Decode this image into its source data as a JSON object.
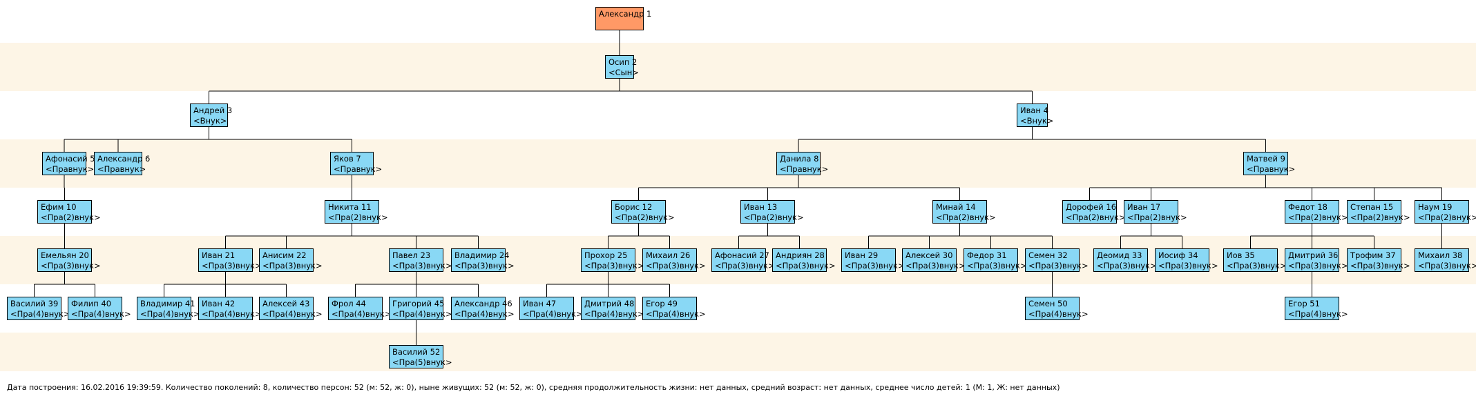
{
  "nodes": {
    "1": {
      "name": "Александр 1",
      "rel": ""
    },
    "2": {
      "name": "Осип 2",
      "rel": "<Сын>"
    },
    "3": {
      "name": "Андрей 3",
      "rel": "<Внук>"
    },
    "4": {
      "name": "Иван 4",
      "rel": "<Внук>"
    },
    "5": {
      "name": "Афонасий 5",
      "rel": "<Правнук>"
    },
    "6": {
      "name": "Александр 6",
      "rel": "<Правнук>"
    },
    "7": {
      "name": "Яков 7",
      "rel": "<Правнук>"
    },
    "8": {
      "name": "Данила 8",
      "rel": "<Правнук>"
    },
    "9": {
      "name": "Матвей 9",
      "rel": "<Правнук>"
    },
    "10": {
      "name": "Ефим 10",
      "rel": "<Пра(2)внук>"
    },
    "11": {
      "name": "Никита 11",
      "rel": "<Пра(2)внук>"
    },
    "12": {
      "name": "Борис 12",
      "rel": "<Пра(2)внук>"
    },
    "13": {
      "name": "Иван 13",
      "rel": "<Пра(2)внук>"
    },
    "14": {
      "name": "Минай 14",
      "rel": "<Пра(2)внук>"
    },
    "15": {
      "name": "Степан 15",
      "rel": "<Пра(2)внук>"
    },
    "16": {
      "name": "Дорофей 16",
      "rel": "<Пра(2)внук>"
    },
    "17": {
      "name": "Иван 17",
      "rel": "<Пра(2)внук>"
    },
    "18": {
      "name": "Федот 18",
      "rel": "<Пра(2)внук>"
    },
    "19": {
      "name": "Наум 19",
      "rel": "<Пра(2)внук>"
    },
    "20": {
      "name": "Емельян 20",
      "rel": "<Пра(3)внук>"
    },
    "21": {
      "name": "Иван 21",
      "rel": "<Пра(3)внук>"
    },
    "22": {
      "name": "Анисим 22",
      "rel": "<Пра(3)внук>"
    },
    "23": {
      "name": "Павел 23",
      "rel": "<Пра(3)внук>"
    },
    "24": {
      "name": "Владимир 24",
      "rel": "<Пра(3)внук>"
    },
    "25": {
      "name": "Прохор 25",
      "rel": "<Пра(3)внук>"
    },
    "26": {
      "name": "Михаил 26",
      "rel": "<Пра(3)внук>"
    },
    "27": {
      "name": "Афонасий 27",
      "rel": "<Пра(3)внук>"
    },
    "28": {
      "name": "Андриян 28",
      "rel": "<Пра(3)внук>"
    },
    "29": {
      "name": "Иван 29",
      "rel": "<Пра(3)внук>"
    },
    "30": {
      "name": "Алексей 30",
      "rel": "<Пра(3)внук>"
    },
    "31": {
      "name": "Федор 31",
      "rel": "<Пра(3)внук>"
    },
    "32": {
      "name": "Семен 32",
      "rel": "<Пра(3)внук>"
    },
    "33": {
      "name": "Деомид 33",
      "rel": "<Пра(3)внук>"
    },
    "34": {
      "name": "Иосиф 34",
      "rel": "<Пра(3)внук>"
    },
    "35": {
      "name": "Иов 35",
      "rel": "<Пра(3)внук>"
    },
    "36": {
      "name": "Дмитрий 36",
      "rel": "<Пра(3)внук>"
    },
    "37": {
      "name": "Трофим 37",
      "rel": "<Пра(3)внук>"
    },
    "38": {
      "name": "Михаил 38",
      "rel": "<Пра(3)внук>"
    },
    "39": {
      "name": "Василий 39",
      "rel": "<Пра(4)внук>"
    },
    "40": {
      "name": "Филип 40",
      "rel": "<Пра(4)внук>"
    },
    "41": {
      "name": "Владимир 41",
      "rel": "<Пра(4)внук>"
    },
    "42": {
      "name": "Иван 42",
      "rel": "<Пра(4)внук>"
    },
    "43": {
      "name": "Алексей 43",
      "rel": "<Пра(4)внук>"
    },
    "44": {
      "name": "Фрол 44",
      "rel": "<Пра(4)внук>"
    },
    "45": {
      "name": "Григорий 45",
      "rel": "<Пра(4)внук>"
    },
    "46": {
      "name": "Александр 46",
      "rel": "<Пра(4)внук>"
    },
    "47": {
      "name": "Иван 47",
      "rel": "<Пра(4)внук>"
    },
    "48": {
      "name": "Дмитрий 48",
      "rel": "<Пра(4)внук>"
    },
    "49": {
      "name": "Егор 49",
      "rel": "<Пра(4)внук>"
    },
    "50": {
      "name": "Семен 50",
      "rel": "<Пра(4)внук>"
    },
    "51": {
      "name": "Егор 51",
      "rel": "<Пра(4)внук>"
    },
    "52": {
      "name": "Василий 52",
      "rel": "<Пра(5)внук>"
    }
  },
  "links": [
    [
      "1",
      "2"
    ],
    [
      "2",
      "3"
    ],
    [
      "2",
      "4"
    ],
    [
      "3",
      "5"
    ],
    [
      "3",
      "6"
    ],
    [
      "3",
      "7"
    ],
    [
      "4",
      "8"
    ],
    [
      "4",
      "9"
    ],
    [
      "5",
      "10"
    ],
    [
      "7",
      "11"
    ],
    [
      "8",
      "12"
    ],
    [
      "8",
      "13"
    ],
    [
      "8",
      "14"
    ],
    [
      "9",
      "16"
    ],
    [
      "9",
      "17"
    ],
    [
      "9",
      "18"
    ],
    [
      "9",
      "15"
    ],
    [
      "9",
      "19"
    ],
    [
      "10",
      "20"
    ],
    [
      "11",
      "21"
    ],
    [
      "11",
      "22"
    ],
    [
      "11",
      "23"
    ],
    [
      "11",
      "24"
    ],
    [
      "12",
      "25"
    ],
    [
      "12",
      "26"
    ],
    [
      "13",
      "27"
    ],
    [
      "13",
      "28"
    ],
    [
      "14",
      "29"
    ],
    [
      "14",
      "30"
    ],
    [
      "14",
      "31"
    ],
    [
      "14",
      "32"
    ],
    [
      "17",
      "33"
    ],
    [
      "17",
      "34"
    ],
    [
      "18",
      "35"
    ],
    [
      "18",
      "36"
    ],
    [
      "18",
      "37"
    ],
    [
      "19",
      "38"
    ],
    [
      "20",
      "39"
    ],
    [
      "20",
      "40"
    ],
    [
      "21",
      "41"
    ],
    [
      "21",
      "42"
    ],
    [
      "21",
      "43"
    ],
    [
      "23",
      "44"
    ],
    [
      "23",
      "45"
    ],
    [
      "23",
      "46"
    ],
    [
      "25",
      "47"
    ],
    [
      "25",
      "48"
    ],
    [
      "25",
      "49"
    ],
    [
      "32",
      "50"
    ],
    [
      "36",
      "51"
    ],
    [
      "45",
      "52"
    ]
  ],
  "footer": "Дата построения: 16.02.2016 19:39:59. Количество поколений: 8, количество персон: 52 (м: 52, ж: 0), ныне живущих: 52 (м: 52, ж: 0), средняя продолжительность жизни: нет данных, средний возраст: нет данных, среднее число детей: 1 (М: 1, Ж: нет данных)"
}
